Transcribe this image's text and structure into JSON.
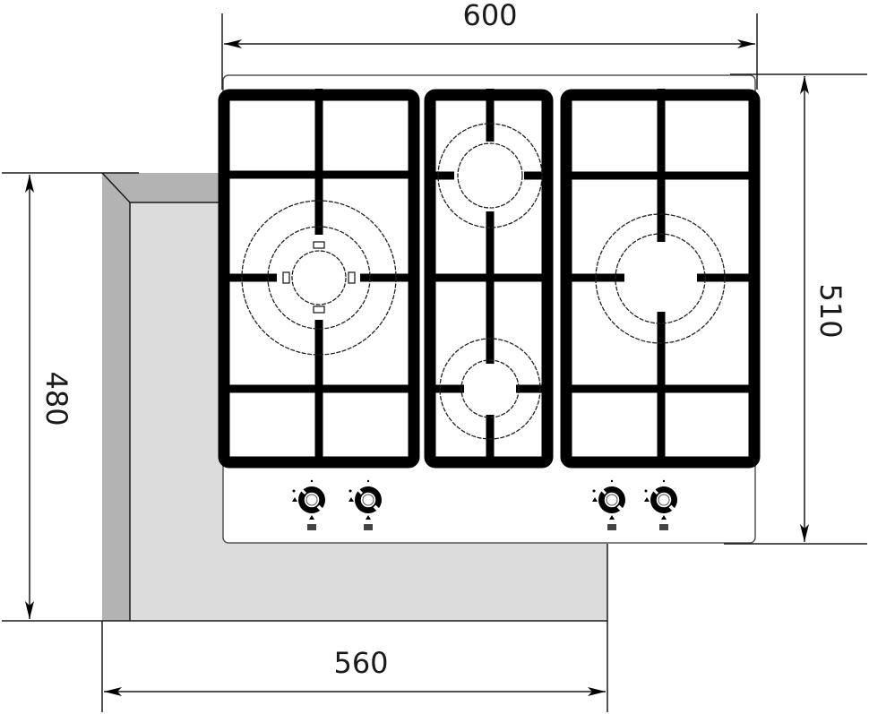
{
  "diagram": {
    "type": "gas-hob-installation-dimensions",
    "units": "mm",
    "dimensions": {
      "hob_width": "600",
      "hob_depth": "510",
      "cutout_width": "560",
      "cutout_depth": "480"
    },
    "burners": [
      {
        "position": "left",
        "type": "triple-crown wok burner",
        "rings": 3
      },
      {
        "position": "center-top",
        "type": "semi-rapid burner",
        "rings": 2
      },
      {
        "position": "center-bottom",
        "type": "auxiliary burner",
        "rings": 2
      },
      {
        "position": "right",
        "type": "rapid burner",
        "rings": 2
      }
    ],
    "knobs_count": 4,
    "colors": {
      "grate": "#000000",
      "cutout_face": "#dcdcdc",
      "cutout_side": "#b3b3b3",
      "line": "#1a1a1a",
      "background": "#ffffff"
    }
  }
}
